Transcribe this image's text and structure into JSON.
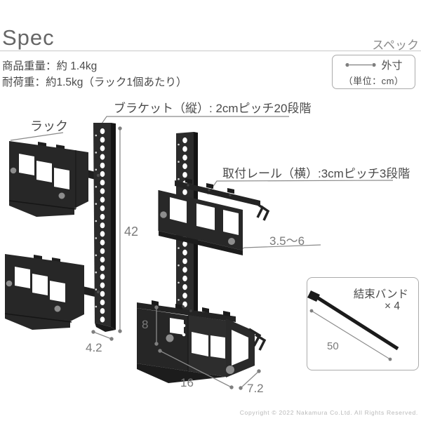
{
  "header": {
    "title": "Spec",
    "subtitle": "スペック"
  },
  "specs": {
    "weight": "商品重量：約 1.4kg",
    "load": "耐荷重：約1.5kg（ラック1個あたり）"
  },
  "legend": {
    "label": "外寸",
    "unit": "（単位：cm）"
  },
  "labels": {
    "rack": "ラック",
    "bracket": "ブラケット（縦）: 2cmピッチ20段階",
    "rail": "取付レール（横）:3cmピッチ3段階",
    "depth_range": "3.5～6"
  },
  "dimensions": {
    "bracket_height": "42",
    "bracket_depth": "4.2",
    "rack_height": "8",
    "rack_width": "16",
    "rack_depth": "7.2",
    "tie_length": "50"
  },
  "tie_box": {
    "name": "結束バンド",
    "qty": "× 4"
  },
  "footer": {
    "copyright": "Copyright © 2022 Nakamura Co.Ltd. All Rights Reserved."
  },
  "colors": {
    "illustration_black": "#262626",
    "dimension_gray": "#8a8a8a",
    "label_text": "#4a4a4a",
    "dimension_text": "#7a7a7a",
    "box_border": "#ababab",
    "title_gray": "#666666",
    "copyright_gray": "#b9b9b9"
  }
}
